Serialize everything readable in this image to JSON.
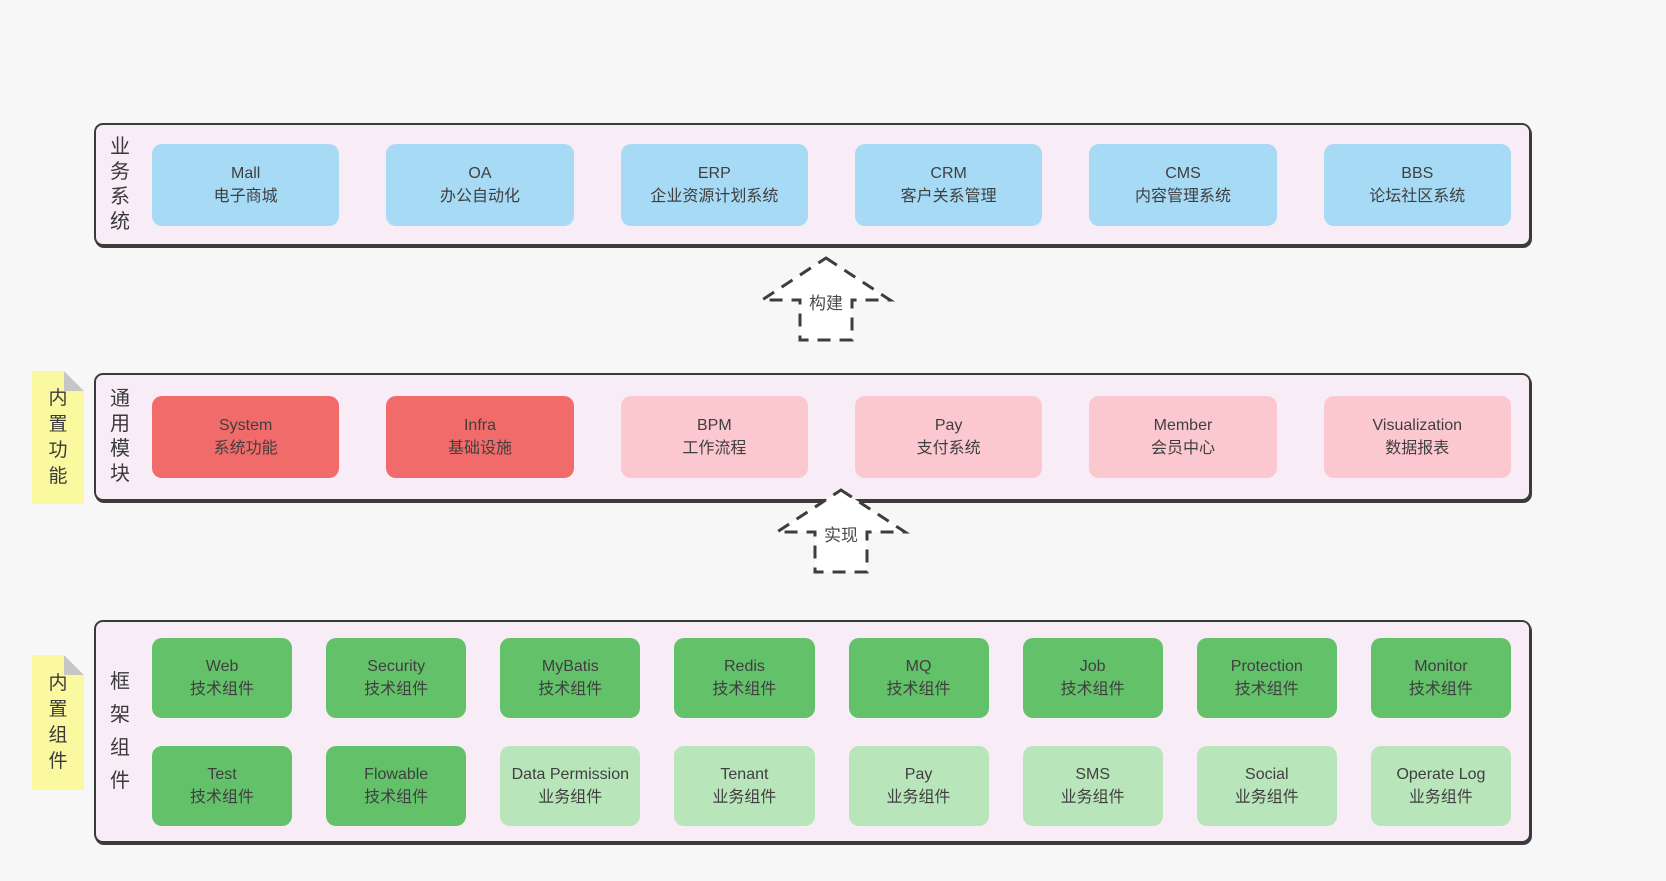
{
  "colors": {
    "page_background": "#f7f7f7",
    "container_fill": "#f8edf6",
    "container_border": "#3b3b3b",
    "box_blue": "#a6daf5",
    "box_red": "#f16b6b",
    "box_pink": "#fcc8d0",
    "box_green_dark": "#63c16a",
    "box_green_light": "#b9e5bb",
    "sticky_yellow": "#fbf9a0",
    "text": "#3f3f3f"
  },
  "layers": {
    "business": {
      "label": "业务系统",
      "boxes": [
        {
          "en": "Mall",
          "zh": "电子商城",
          "variant": "blue"
        },
        {
          "en": "OA",
          "zh": "办公自动化",
          "variant": "blue"
        },
        {
          "en": "ERP",
          "zh": "企业资源计划系统",
          "variant": "blue"
        },
        {
          "en": "CRM",
          "zh": "客户关系管理",
          "variant": "blue"
        },
        {
          "en": "CMS",
          "zh": "内容管理系统",
          "variant": "blue"
        },
        {
          "en": "BBS",
          "zh": "论坛社区系统",
          "variant": "blue"
        }
      ]
    },
    "modules": {
      "label": "通用模块",
      "sticky": "内置功能",
      "boxes": [
        {
          "en": "System",
          "zh": "系统功能",
          "variant": "red"
        },
        {
          "en": "Infra",
          "zh": "基础设施",
          "variant": "red"
        },
        {
          "en": "BPM",
          "zh": "工作流程",
          "variant": "pink"
        },
        {
          "en": "Pay",
          "zh": "支付系统",
          "variant": "pink"
        },
        {
          "en": "Member",
          "zh": "会员中心",
          "variant": "pink"
        },
        {
          "en": "Visualization",
          "zh": "数据报表",
          "variant": "pink"
        }
      ]
    },
    "components": {
      "label": "框架组件",
      "sticky": "内置组件",
      "rows": [
        [
          {
            "en": "Web",
            "zh": "技术组件",
            "variant": "green"
          },
          {
            "en": "Security",
            "zh": "技术组件",
            "variant": "green"
          },
          {
            "en": "MyBatis",
            "zh": "技术组件",
            "variant": "green"
          },
          {
            "en": "Redis",
            "zh": "技术组件",
            "variant": "green"
          },
          {
            "en": "MQ",
            "zh": "技术组件",
            "variant": "green"
          },
          {
            "en": "Job",
            "zh": "技术组件",
            "variant": "green"
          },
          {
            "en": "Protection",
            "zh": "技术组件",
            "variant": "green"
          },
          {
            "en": "Monitor",
            "zh": "技术组件",
            "variant": "green"
          }
        ],
        [
          {
            "en": "Test",
            "zh": "技术组件",
            "variant": "green"
          },
          {
            "en": "Flowable",
            "zh": "技术组件",
            "variant": "green"
          },
          {
            "en": "Data Permission",
            "zh": "业务组件",
            "variant": "lgreen"
          },
          {
            "en": "Tenant",
            "zh": "业务组件",
            "variant": "lgreen"
          },
          {
            "en": "Pay",
            "zh": "业务组件",
            "variant": "lgreen"
          },
          {
            "en": "SMS",
            "zh": "业务组件",
            "variant": "lgreen"
          },
          {
            "en": "Social",
            "zh": "业务组件",
            "variant": "lgreen"
          },
          {
            "en": "Operate Log",
            "zh": "业务组件",
            "variant": "lgreen"
          }
        ]
      ]
    }
  },
  "arrows": [
    {
      "label": "构建"
    },
    {
      "label": "实现"
    }
  ]
}
